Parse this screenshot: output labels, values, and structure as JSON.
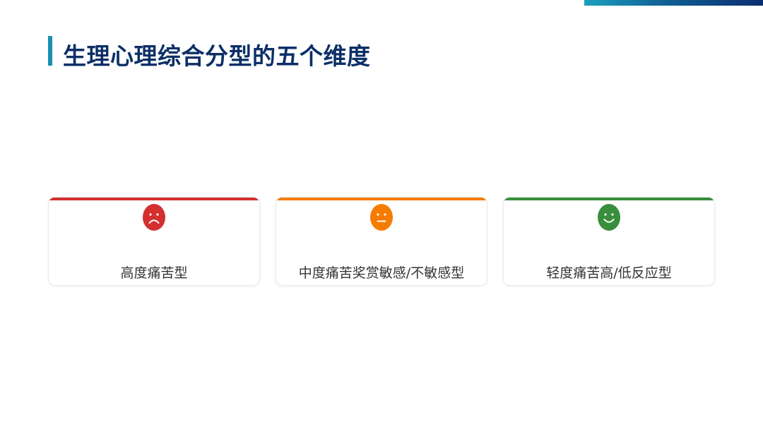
{
  "slide": {
    "title": "生理心理综合分型的五个维度"
  },
  "cards": [
    {
      "label": "高度痛苦型",
      "icon": "frown-face-icon",
      "color": "#d32f2f"
    },
    {
      "label": "中度痛苦奖赏敏感/不敏感型",
      "icon": "neutral-face-icon",
      "color": "#f57c00"
    },
    {
      "label": "轻度痛苦高/低反应型",
      "icon": "smile-face-icon",
      "color": "#388e3c"
    }
  ],
  "colors": {
    "title": "#0c2f66",
    "accent": "#1a8fb0"
  }
}
